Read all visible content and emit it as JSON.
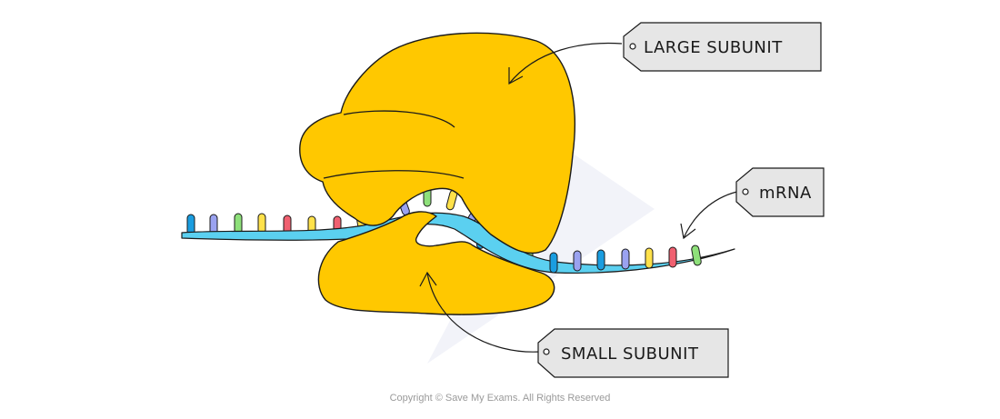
{
  "labels": {
    "large_subunit": "LARGE  SUBUNIT",
    "mrna": "mRNA",
    "small_subunit": "SMALL  SUBUNIT"
  },
  "copyright": "Copyright © Save My Exams. All Rights Reserved",
  "colors": {
    "ribosome": "#ffc800",
    "mrna_strand": "#5bd0f0",
    "tag_fill": "#e6e6e6",
    "outline": "#1a1a1a",
    "base_colors": [
      "#1a9de0",
      "#9aa2f0",
      "#8ee07a",
      "#ffe14a",
      "#f06070"
    ]
  }
}
